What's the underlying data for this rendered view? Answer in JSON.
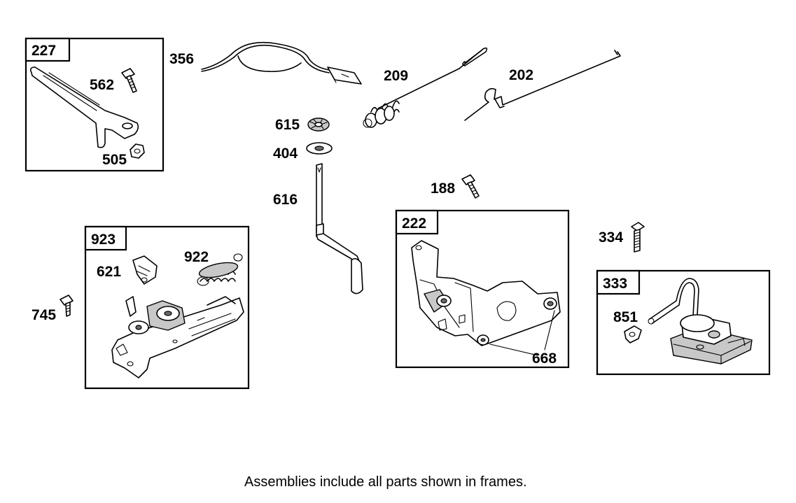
{
  "frames": {
    "f227": "227",
    "f923": "923",
    "f222": "222",
    "f333": "333"
  },
  "callouts": {
    "c562": "562",
    "c505": "505",
    "c356": "356",
    "c209": "209",
    "c202": "202",
    "c615": "615",
    "c404": "404",
    "c616": "616",
    "c188": "188",
    "c622_621": "621",
    "c922": "922",
    "c745": "745",
    "c668": "668",
    "c334": "334",
    "c851": "851"
  },
  "caption": "Assemblies include all parts shown in frames."
}
